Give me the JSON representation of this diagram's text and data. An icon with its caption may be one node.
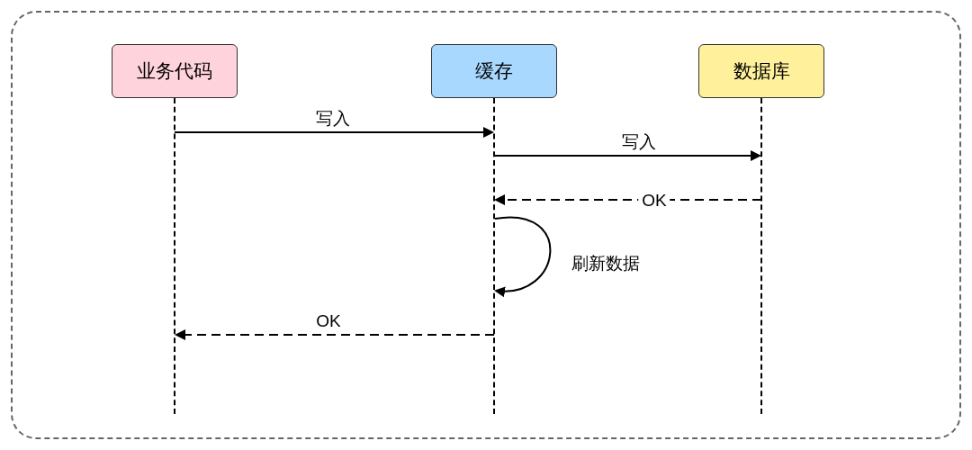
{
  "diagram": {
    "nodes": [
      {
        "text": [],
        "shape": "box"
      },
      {
        "text": [
          "业务代码"
        ],
        "in": 0
      },
      {
        "text": [
          "缓存"
        ],
        "in": 0
      },
      {
        "text": [
          "数据库"
        ],
        "in": 0
      },
      {
        "text": [],
        "shape": "line",
        "in": 0
      },
      {
        "text": [],
        "shape": "line",
        "in": 0
      },
      {
        "text": [],
        "shape": "line",
        "in": 0
      }
    ],
    "edges": [
      {
        "from": 4,
        "to": 5,
        "arrow": "to",
        "label": "写入"
      },
      {
        "from": 5,
        "to": 6,
        "arrow": "to",
        "label": "写入"
      },
      {
        "from": 6,
        "to": 5,
        "arrow": "to",
        "label": "OK",
        "style": "dashed"
      },
      {
        "from": 5,
        "to": 5,
        "arrow": "to",
        "label": "刷新数据"
      },
      {
        "from": 5,
        "to": 4,
        "arrow": "to",
        "label": "OK",
        "style": "dashed"
      }
    ]
  }
}
